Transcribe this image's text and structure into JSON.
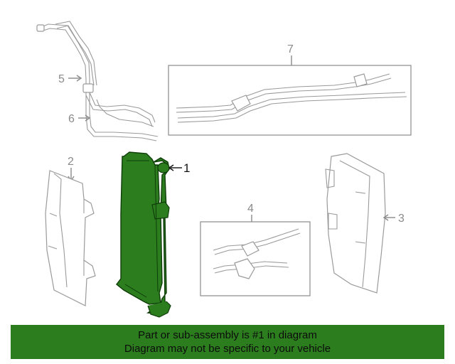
{
  "diagram": {
    "callouts": {
      "c1": "1",
      "c2": "2",
      "c3": "3",
      "c4": "4",
      "c5": "5",
      "c6": "6",
      "c7": "7"
    },
    "highlight_color": "#2c7d1e"
  },
  "banner": {
    "line1": "Part or sub-assembly is #1 in diagram",
    "line2": "Diagram may not be specific to your vehicle"
  }
}
